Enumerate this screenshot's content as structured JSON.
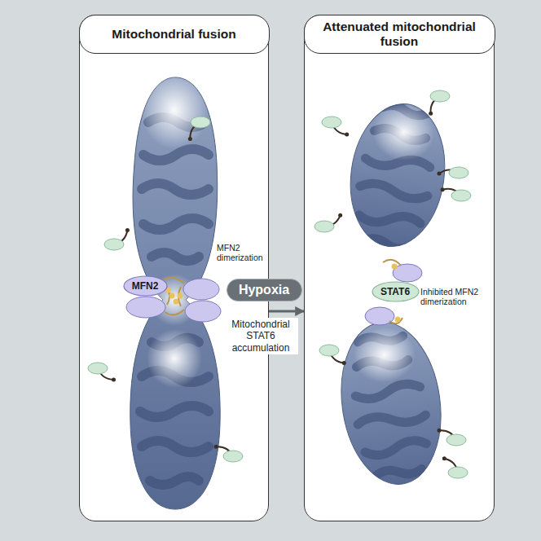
{
  "diagram": {
    "nodes": [
      {
        "text": [
          "Mitochondrial fusion"
        ]
      },
      {
        "text": [
          "MFN2"
        ],
        "in": 0
      },
      {
        "text": [
          "Hypoxia"
        ]
      },
      {
        "text": [
          "Attenuated mitochondrial fusion"
        ]
      },
      {
        "text": [
          "STAT6"
        ],
        "in": 3
      }
    ],
    "edges": [
      {
        "from": 0,
        "to": 3,
        "arrow": "to",
        "label": "Mitochondrial STAT6 accumulation"
      }
    ],
    "labels": [
      "MFN2 dimerization",
      "Inhibited MFN2 dimerization"
    ]
  }
}
